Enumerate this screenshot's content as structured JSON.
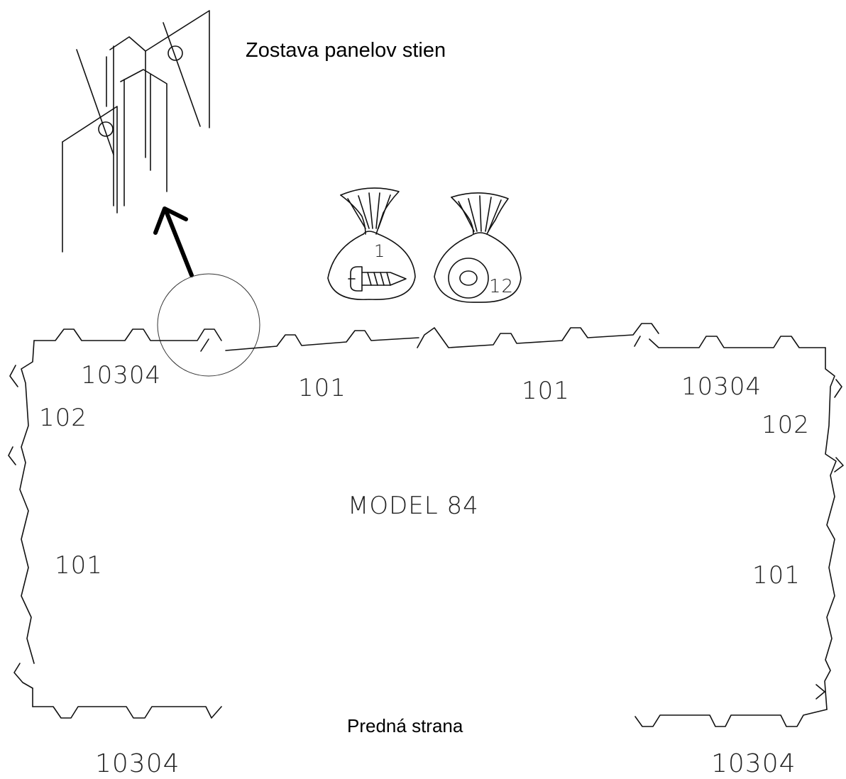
{
  "diagram": {
    "title": "Zostava panelov stien",
    "front_label": "Predná strana",
    "model_label": "MODEL 84",
    "bags": [
      {
        "quantity": "1",
        "content_icon": "screw-icon"
      },
      {
        "quantity": "12",
        "content_icon": "washer-icon"
      }
    ],
    "panel_labels": {
      "top_left": "10304",
      "top_mid_left": "101",
      "top_mid_right": "101",
      "top_right": "10304",
      "left_upper": "102",
      "right_upper": "102",
      "left_lower": "101",
      "right_lower": "101",
      "bottom_left": "10304",
      "bottom_right": "10304"
    }
  }
}
